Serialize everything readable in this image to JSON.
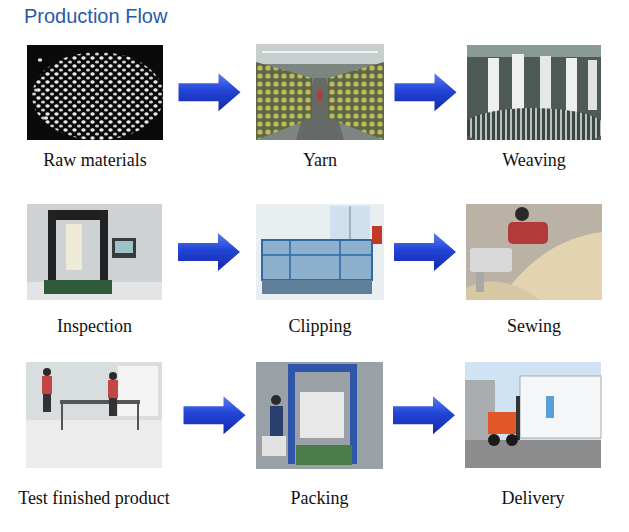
{
  "diagram": {
    "title": "Production Flow",
    "nodes": [
      {
        "text": [
          "Raw materials"
        ]
      },
      {
        "text": [
          "Yarn"
        ]
      },
      {
        "text": [
          "Weaving"
        ]
      },
      {
        "text": [
          "Inspection"
        ]
      },
      {
        "text": [
          "Clipping"
        ]
      },
      {
        "text": [
          "Sewing"
        ]
      },
      {
        "text": [
          "Test finished product"
        ]
      },
      {
        "text": [
          "Packing"
        ]
      },
      {
        "text": [
          "Delivery"
        ]
      }
    ],
    "edges": [
      {
        "from": 0,
        "to": 1,
        "arrow": "to"
      },
      {
        "from": 1,
        "to": 2,
        "arrow": "to"
      },
      {
        "from": 3,
        "to": 4,
        "arrow": "to"
      },
      {
        "from": 4,
        "to": 5,
        "arrow": "to"
      },
      {
        "from": 6,
        "to": 7,
        "arrow": "to"
      },
      {
        "from": 7,
        "to": 8,
        "arrow": "to"
      }
    ]
  }
}
